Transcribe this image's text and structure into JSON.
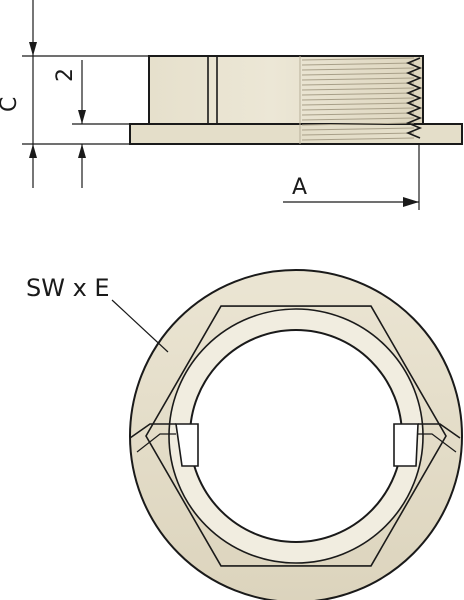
{
  "dimensions": {
    "c_label": "C",
    "two_label": "2",
    "a_label": "A",
    "sw_label": "SW x E"
  },
  "colors": {
    "body_fill": "#e8e2cf",
    "body_fill_dark": "#d8d0b8",
    "body_fill_light": "#f2eee0",
    "outline": "#1a1a1a",
    "thread_line": "#a89f88",
    "hole_fill": "#ffffff"
  }
}
